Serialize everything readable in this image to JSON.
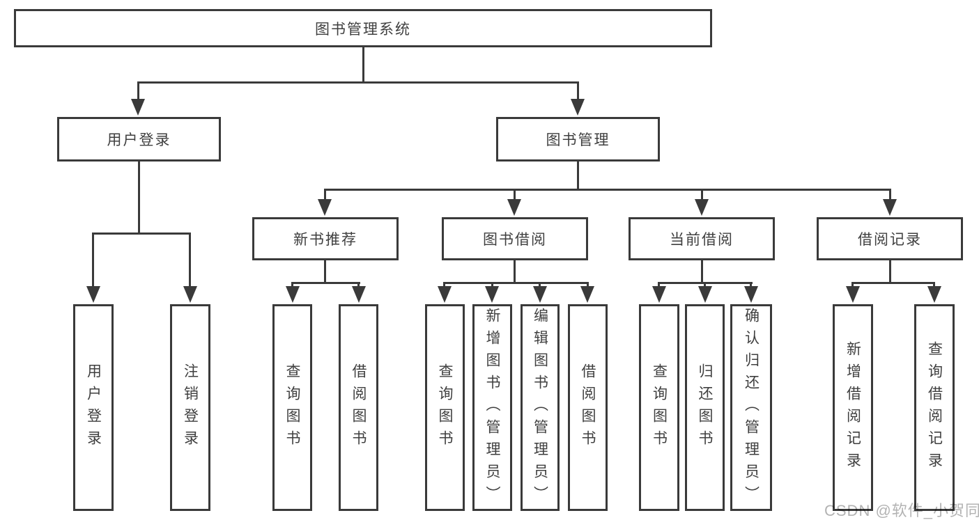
{
  "colors": {
    "line": "#3a3a3a",
    "text": "#3f3f3f",
    "watermark": "#b3b3b3",
    "background": "#ffffff"
  },
  "diagram": {
    "title": "图书管理系统",
    "level2": [
      {
        "label": "用户登录",
        "children": [
          "用户登录",
          "注销登录"
        ]
      },
      {
        "label": "图书管理"
      }
    ],
    "level3": [
      {
        "label": "新书推荐",
        "children": [
          "查询图书",
          "借阅图书"
        ]
      },
      {
        "label": "图书借阅",
        "children": [
          "查询图书",
          "新增图书（管理员）",
          "编辑图书（管理员）",
          "借阅图书"
        ]
      },
      {
        "label": "当前借阅",
        "children": [
          "查询图书",
          "归还图书",
          "确认归还（管理员）"
        ]
      },
      {
        "label": "借阅记录",
        "children": [
          "新增借阅记录",
          "查询借阅记录"
        ]
      }
    ]
  },
  "watermark": "CSDN @软件_小贺同学"
}
